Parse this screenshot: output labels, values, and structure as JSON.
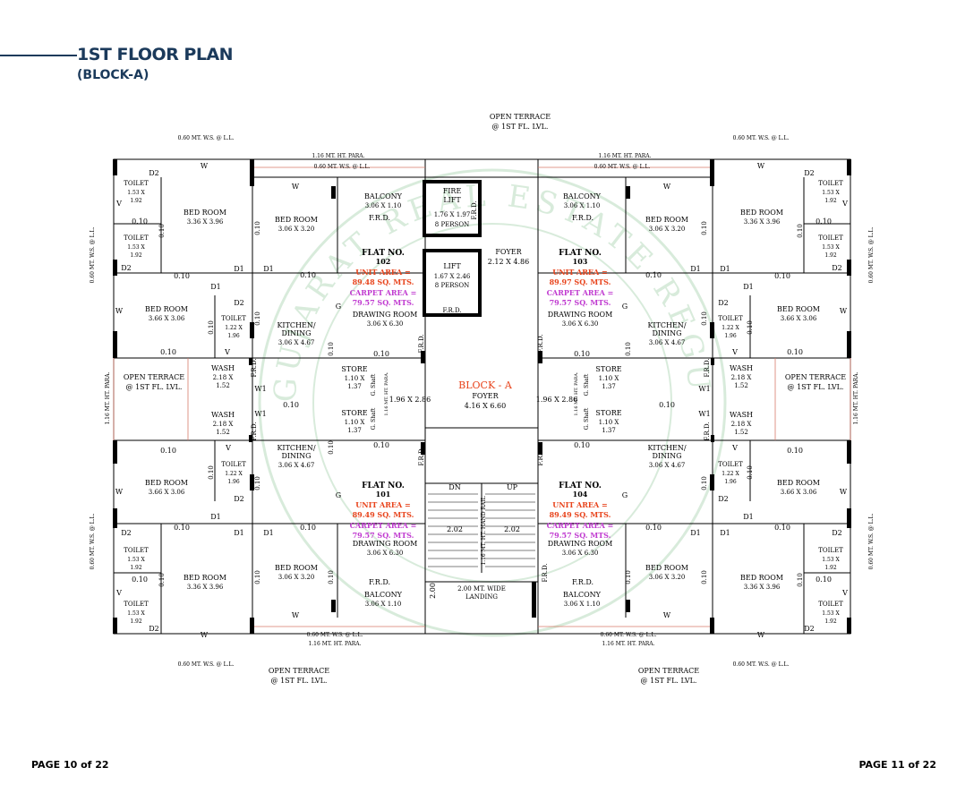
{
  "header": {
    "title": "1ST FLOOR PLAN",
    "subtitle": "(BLOCK-A)"
  },
  "pages": {
    "left": "PAGE 10 of 22",
    "right": "PAGE 11 of 22"
  },
  "colors": {
    "title": "#1b3a5b",
    "unit_area": "#e8431b",
    "carpet_area": "#c03ad0",
    "wall": "#000000",
    "watermark": "#b9dbbf",
    "dimension_line": "#d77a6a"
  },
  "plan": {
    "block_label": "BLOCK - A",
    "main_foyer": {
      "name": "FOYER",
      "size": "4.16 X 6.60"
    },
    "stair_foyer": {
      "name": "FOYER",
      "size": "2.12 X 4.86"
    },
    "fire_lift": {
      "name": "FIRE",
      "name2": "LIFT",
      "size": "1.76 X 1.97",
      "capacity": "8 PERSON"
    },
    "lift": {
      "name": "LIFT",
      "size": "1.67 X 2.46",
      "capacity": "8 PERSON"
    },
    "frd": "F.R.D.",
    "stair": {
      "dn": "DN",
      "up": "UP",
      "handrail": "1.16 MT. HT. HAND RAIL",
      "landing": "2.00 MT. WIDE",
      "landing2": "LANDING",
      "dim_202": "2.02",
      "dim_200": "2.00"
    },
    "terrace_top": {
      "l1": "OPEN TERRACE",
      "l2": "@ 1ST FL. LVL."
    },
    "terrace_side": {
      "l1": "OPEN TERRACE",
      "l2": "@ 1ST FL. LVL."
    },
    "para": "1.16 MT. HT. PARA.",
    "wis": "0.60 MT. W.S. @ L.L.",
    "mid_lobby": "1.96 X 2.86",
    "flats": [
      {
        "no": "FLAT NO.",
        "num": "102",
        "unit": "UNIT AREA =",
        "unit_val": "89.48 SQ. MTS.",
        "carpet": "CARPET AREA =",
        "carpet_val": "79.57 SQ. MTS."
      },
      {
        "no": "FLAT NO.",
        "num": "103",
        "unit": "UNIT AREA =",
        "unit_val": "89.97 SQ. MTS.",
        "carpet": "CARPET AREA =",
        "carpet_val": "79.57 SQ. MTS."
      },
      {
        "no": "FLAT NO.",
        "num": "101",
        "unit": "UNIT AREA =",
        "unit_val": "89.49 SQ. MTS.",
        "carpet": "CARPET AREA =",
        "carpet_val": "79.57 SQ. MTS."
      },
      {
        "no": "FLAT NO.",
        "num": "104",
        "unit": "UNIT AREA =",
        "unit_val": "89.49 SQ. MTS.",
        "carpet": "CARPET AREA =",
        "carpet_val": "79.57 SQ. MTS."
      }
    ],
    "rooms": {
      "bed1": {
        "name": "BED ROOM",
        "size": "3.36 X 3.96"
      },
      "bed2": {
        "name": "BED ROOM",
        "size": "3.06 X 3.20"
      },
      "bed3": {
        "name": "BED ROOM",
        "size": "3.66 X 3.06"
      },
      "toilet": {
        "name": "TOILET",
        "size": "1.53 X",
        "size2": "1.92"
      },
      "toilet2": {
        "name": "TOILET",
        "size": "1.22 X",
        "size2": "1.96"
      },
      "balcony": {
        "name": "BALCONY",
        "size": "3.06 X 1.10"
      },
      "drawing": {
        "name": "DRAWING ROOM",
        "size": "3.06 X 6.30"
      },
      "kitchen": {
        "name": "KITCHEN/",
        "name2": "DINING",
        "size": "3.06 X 4.67"
      },
      "wash": {
        "name": "WASH",
        "size": "2.18 X",
        "size2": "1.52"
      },
      "store": {
        "name": "STORE",
        "size": "1.10 X",
        "size2": "1.37"
      }
    },
    "marks": {
      "d1": "D1",
      "d2": "D2",
      "w": "W",
      "w1": "W1",
      "v": "V",
      "g": "G",
      "d": "0.10",
      "shaft": "G. Shaft",
      "para_v": "1.16 MT. HT. PARA."
    },
    "watermark": "GUJARAT REAL ESTATE REGULATORY AUTHORITY"
  }
}
